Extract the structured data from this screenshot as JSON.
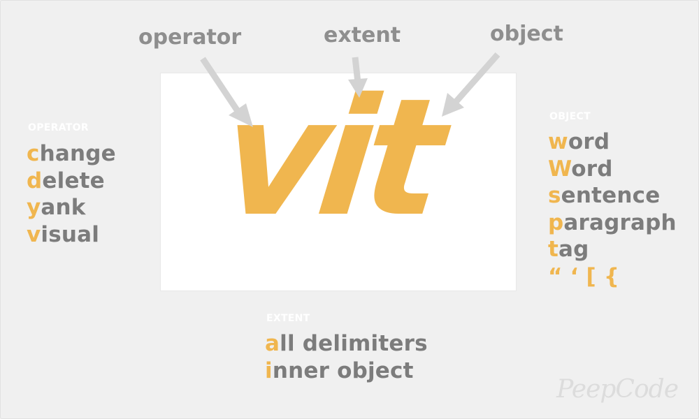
{
  "diagram": {
    "command": "vit",
    "labels": {
      "operator": "operator",
      "extent": "extent",
      "object": "object"
    },
    "operator_section": {
      "heading": "OPERATOR",
      "items": [
        {
          "key": "c",
          "rest": "hange"
        },
        {
          "key": "d",
          "rest": "elete"
        },
        {
          "key": "y",
          "rest": "ank"
        },
        {
          "key": "v",
          "rest": "isual"
        }
      ]
    },
    "object_section": {
      "heading": "OBJECT",
      "items": [
        {
          "key": "w",
          "rest": "ord"
        },
        {
          "key": "W",
          "rest": "ord"
        },
        {
          "key": "s",
          "rest": "entence"
        },
        {
          "key": "p",
          "rest": "aragraph"
        },
        {
          "key": "t",
          "rest": "ag"
        },
        {
          "key": "“ ‘ [ {",
          "rest": ""
        }
      ]
    },
    "extent_section": {
      "heading": "EXTENT",
      "items": [
        {
          "key": "a",
          "rest": "ll delimiters"
        },
        {
          "key": "i",
          "rest": "nner object"
        }
      ]
    },
    "brand": "PeepCode",
    "colors": {
      "accent": "#f0b64f",
      "text": "#7c7c7c",
      "label": "#8e8e8e",
      "arrow": "#d3d3d3",
      "background": "#f0f0f0",
      "card": "#ffffff"
    }
  }
}
